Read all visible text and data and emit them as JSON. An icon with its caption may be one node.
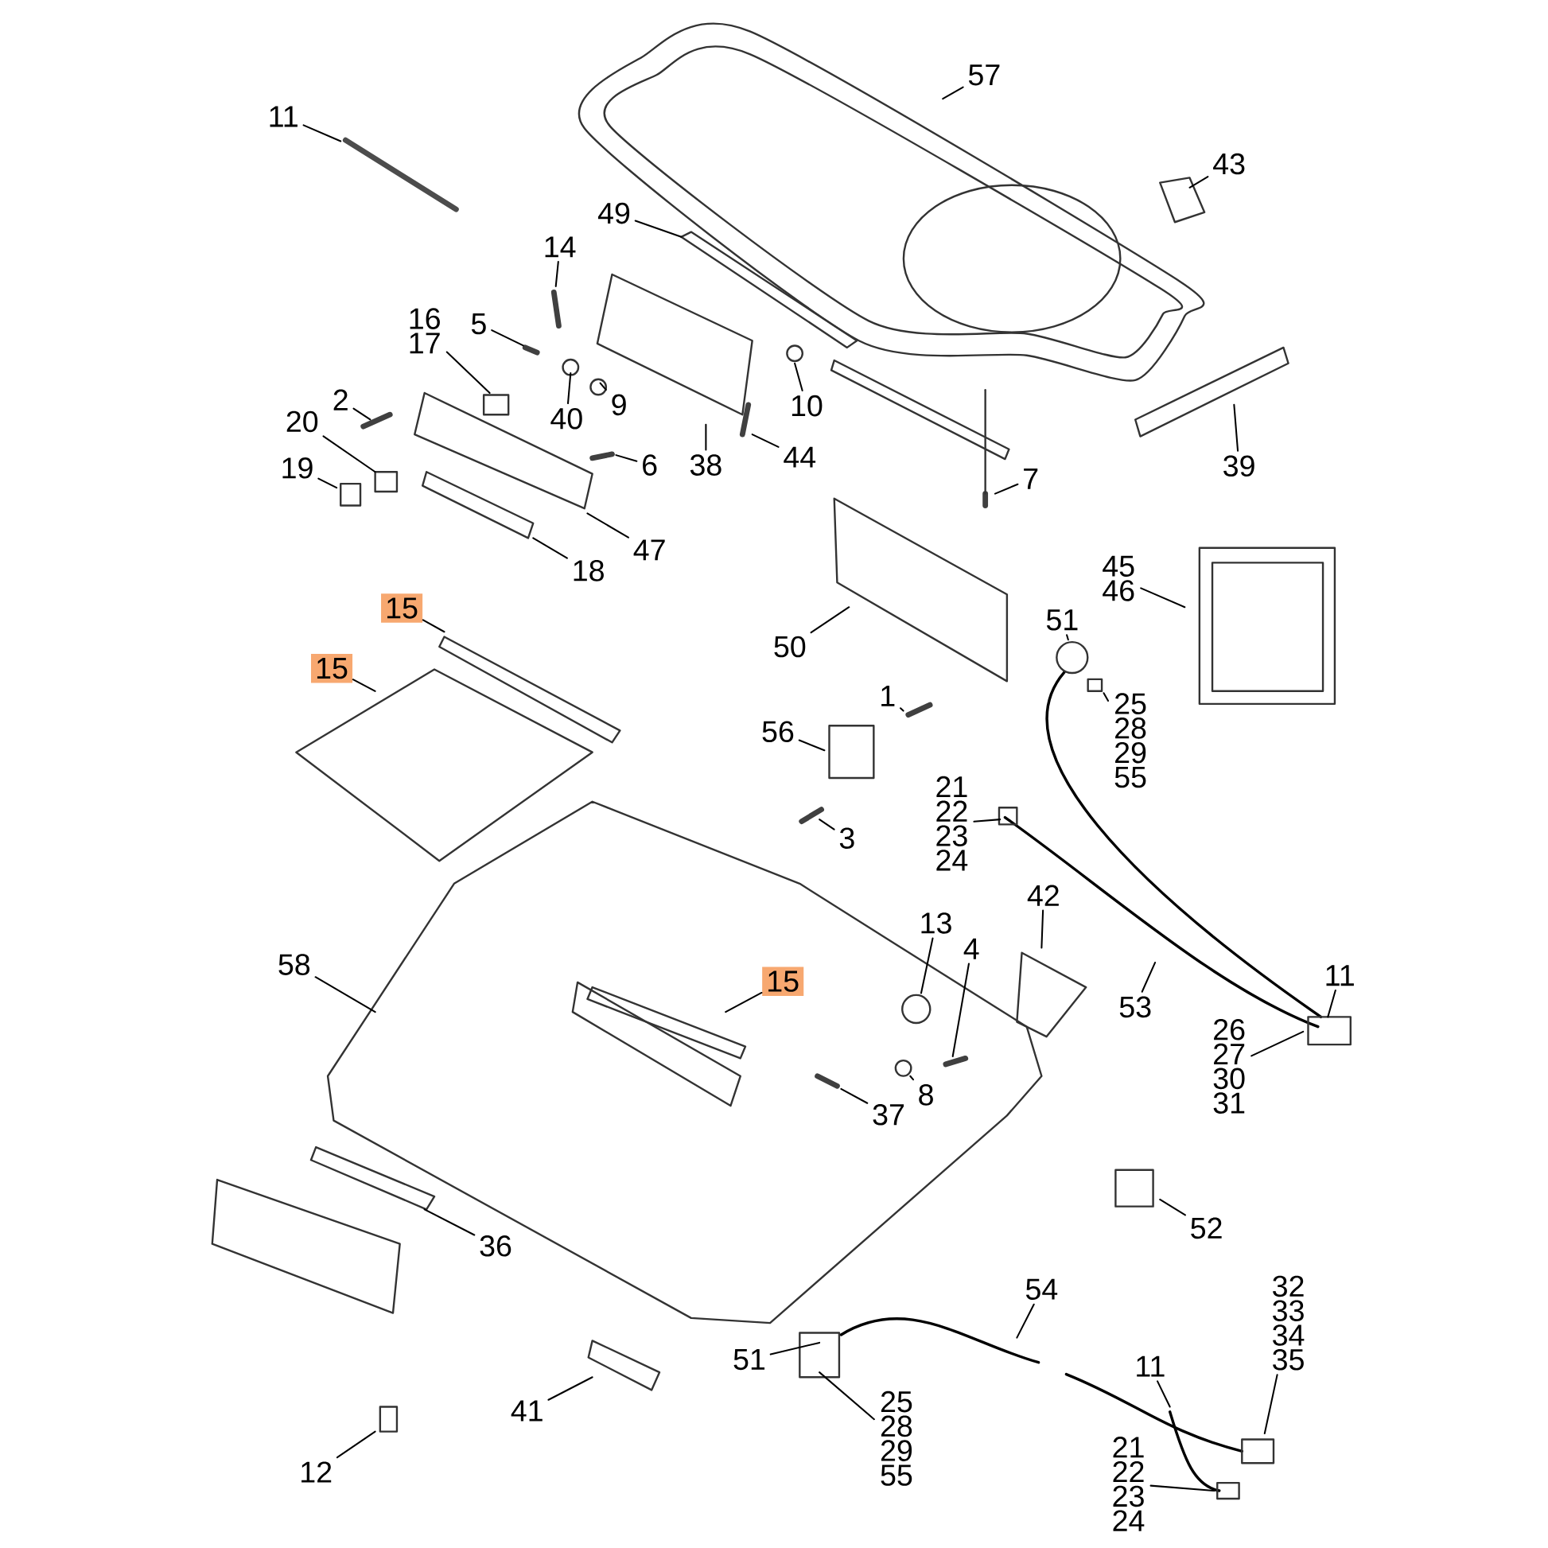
{
  "diagram": {
    "nodes": [
      {
        "text": [
          "11"
        ]
      },
      {
        "text": [
          "57"
        ]
      },
      {
        "text": [
          "43"
        ]
      },
      {
        "text": [
          "49"
        ]
      },
      {
        "text": [
          "14"
        ]
      },
      {
        "text": [
          "16 17"
        ]
      },
      {
        "text": [
          "5"
        ]
      },
      {
        "text": [
          "2"
        ]
      },
      {
        "text": [
          "20"
        ]
      },
      {
        "text": [
          "19"
        ]
      },
      {
        "text": [
          "40"
        ]
      },
      {
        "text": [
          "9"
        ]
      },
      {
        "text": [
          "6"
        ]
      },
      {
        "text": [
          "38"
        ]
      },
      {
        "text": [
          "10"
        ]
      },
      {
        "text": [
          "44"
        ]
      },
      {
        "text": [
          "47"
        ]
      },
      {
        "text": [
          "18"
        ]
      },
      {
        "text": [
          "7"
        ]
      },
      {
        "text": [
          "39"
        ]
      },
      {
        "text": [
          "45 46"
        ]
      },
      {
        "text": [
          "50"
        ]
      },
      {
        "text": [
          "51"
        ]
      },
      {
        "text": [
          "25 28 29 55"
        ]
      },
      {
        "text": [
          "15"
        ]
      },
      {
        "text": [
          "15"
        ]
      },
      {
        "text": [
          "1"
        ]
      },
      {
        "text": [
          "56"
        ]
      },
      {
        "text": [
          "21 22 23 24"
        ]
      },
      {
        "text": [
          "3"
        ]
      },
      {
        "text": [
          "58"
        ]
      },
      {
        "text": [
          "42"
        ]
      },
      {
        "text": [
          "13"
        ]
      },
      {
        "text": [
          "4"
        ]
      },
      {
        "text": [
          "15"
        ]
      },
      {
        "text": [
          "53"
        ]
      },
      {
        "text": [
          "11"
        ]
      },
      {
        "text": [
          "26 27 30 31"
        ]
      },
      {
        "text": [
          "8"
        ]
      },
      {
        "text": [
          "37"
        ]
      },
      {
        "text": [
          "52"
        ]
      },
      {
        "text": [
          "36"
        ]
      },
      {
        "text": [
          "54"
        ]
      },
      {
        "text": [
          "51"
        ]
      },
      {
        "text": [
          "25 28 29 55"
        ]
      },
      {
        "text": [
          "32 33 34 35"
        ]
      },
      {
        "text": [
          "11"
        ]
      },
      {
        "text": [
          "41"
        ]
      },
      {
        "text": [
          "12"
        ]
      },
      {
        "text": [
          "21 22 23 24"
        ]
      }
    ],
    "edges": [
      {
        "from": 0,
        "to": null,
        "arrow": "none"
      },
      {
        "from": 1,
        "to": null,
        "arrow": "none"
      },
      {
        "from": 2,
        "to": null,
        "arrow": "none"
      },
      {
        "from": 3,
        "to": null,
        "arrow": "none"
      },
      {
        "from": 4,
        "to": null,
        "arrow": "none"
      },
      {
        "from": 5,
        "to": null,
        "arrow": "none"
      },
      {
        "from": 6,
        "to": null,
        "arrow": "none"
      },
      {
        "from": 7,
        "to": null,
        "arrow": "none"
      },
      {
        "from": 8,
        "to": null,
        "arrow": "none"
      },
      {
        "from": 9,
        "to": null,
        "arrow": "none"
      },
      {
        "from": 10,
        "to": null,
        "arrow": "none"
      },
      {
        "from": 11,
        "to": null,
        "arrow": "none"
      },
      {
        "from": 12,
        "to": null,
        "arrow": "none"
      },
      {
        "from": 13,
        "to": null,
        "arrow": "none"
      },
      {
        "from": 14,
        "to": null,
        "arrow": "none"
      },
      {
        "from": 15,
        "to": null,
        "arrow": "none"
      },
      {
        "from": 16,
        "to": null,
        "arrow": "none"
      },
      {
        "from": 17,
        "to": null,
        "arrow": "none"
      },
      {
        "from": 18,
        "to": null,
        "arrow": "none"
      },
      {
        "from": 19,
        "to": null,
        "arrow": "none"
      },
      {
        "from": 20,
        "to": null,
        "arrow": "none"
      },
      {
        "from": 21,
        "to": null,
        "arrow": "none"
      },
      {
        "from": 22,
        "to": null,
        "arrow": "none"
      },
      {
        "from": 23,
        "to": null,
        "arrow": "none"
      },
      {
        "from": 24,
        "to": null,
        "arrow": "none"
      },
      {
        "from": 25,
        "to": null,
        "arrow": "none"
      },
      {
        "from": 26,
        "to": null,
        "arrow": "none"
      },
      {
        "from": 27,
        "to": null,
        "arrow": "none"
      },
      {
        "from": 28,
        "to": null,
        "arrow": "none"
      },
      {
        "from": 29,
        "to": null,
        "arrow": "none"
      },
      {
        "from": 30,
        "to": null,
        "arrow": "none"
      },
      {
        "from": 31,
        "to": null,
        "arrow": "none"
      },
      {
        "from": 32,
        "to": null,
        "arrow": "none"
      },
      {
        "from": 33,
        "to": null,
        "arrow": "none"
      },
      {
        "from": 34,
        "to": null,
        "arrow": "none"
      },
      {
        "from": 35,
        "to": null,
        "arrow": "none"
      },
      {
        "from": 36,
        "to": null,
        "arrow": "none"
      },
      {
        "from": 37,
        "to": null,
        "arrow": "none"
      },
      {
        "from": 38,
        "to": null,
        "arrow": "none"
      },
      {
        "from": 39,
        "to": null,
        "arrow": "none"
      },
      {
        "from": 40,
        "to": null,
        "arrow": "none"
      },
      {
        "from": 41,
        "to": null,
        "arrow": "none"
      },
      {
        "from": 42,
        "to": null,
        "arrow": "none"
      },
      {
        "from": 43,
        "to": null,
        "arrow": "none"
      },
      {
        "from": 44,
        "to": null,
        "arrow": "none"
      },
      {
        "from": 45,
        "to": null,
        "arrow": "none"
      },
      {
        "from": 46,
        "to": null,
        "arrow": "none"
      },
      {
        "from": 47,
        "to": null,
        "arrow": "none"
      },
      {
        "from": 48,
        "to": null,
        "arrow": "none"
      },
      {
        "from": 49,
        "to": null,
        "arrow": "none"
      }
    ]
  }
}
